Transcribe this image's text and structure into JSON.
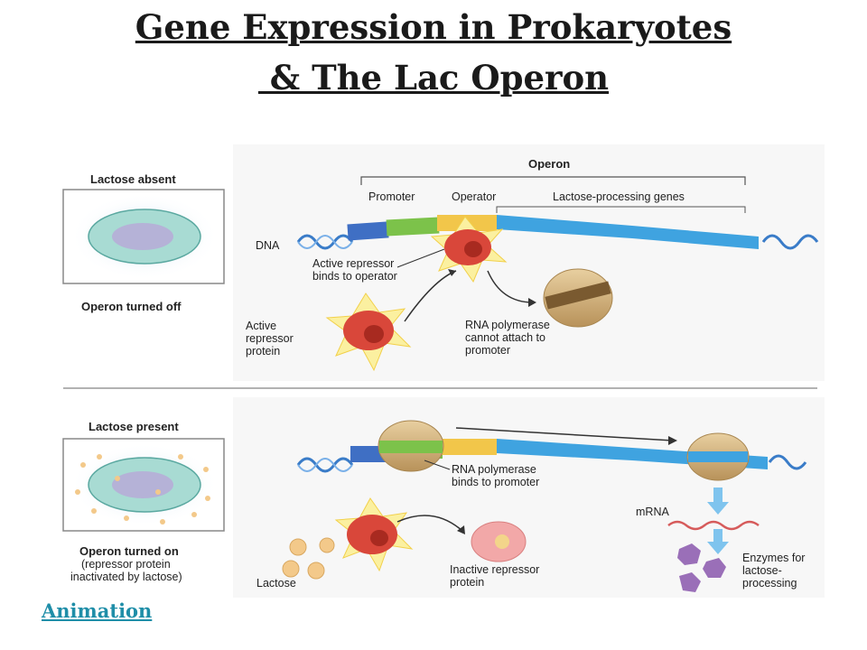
{
  "title": {
    "line1": "Gene Expression in Prokaryotes",
    "line2": " & The Lac Operon"
  },
  "top_panel": {
    "heading": "Lactose absent",
    "caption": "Operon turned off",
    "operon": "Operon",
    "promoter": "Promoter",
    "operator": "Operator",
    "genes": "Lactose-processing genes",
    "dna": "DNA",
    "binds": [
      "Active repressor",
      "binds to operator"
    ],
    "repressor": [
      "Active",
      "repressor",
      "protein"
    ],
    "polymerase": [
      "RNA polymerase",
      "cannot attach to",
      "promoter"
    ]
  },
  "bottom_panel": {
    "heading": "Lactose present",
    "caption": [
      "Operon turned on",
      "(repressor protein",
      "inactivated by lactose)"
    ],
    "polymerase": [
      "RNA polymerase",
      "binds to promoter"
    ],
    "mrna": "mRNA",
    "enzymes": [
      "Enzymes for",
      "lactose-",
      "processing"
    ],
    "lactose": "Lactose",
    "inactive": [
      "Inactive repressor",
      "protein"
    ]
  },
  "link": {
    "label": "Animation"
  },
  "colors": {
    "promoter": "#3f6fc4",
    "green": "#7cc24a",
    "operator": "#f2c64a",
    "genes": "#3fa3e0",
    "repressor": "#d9473a",
    "polymerase": "#d9b98a",
    "enzyme": "#9a6fb8",
    "link": "#1f8ea8"
  }
}
